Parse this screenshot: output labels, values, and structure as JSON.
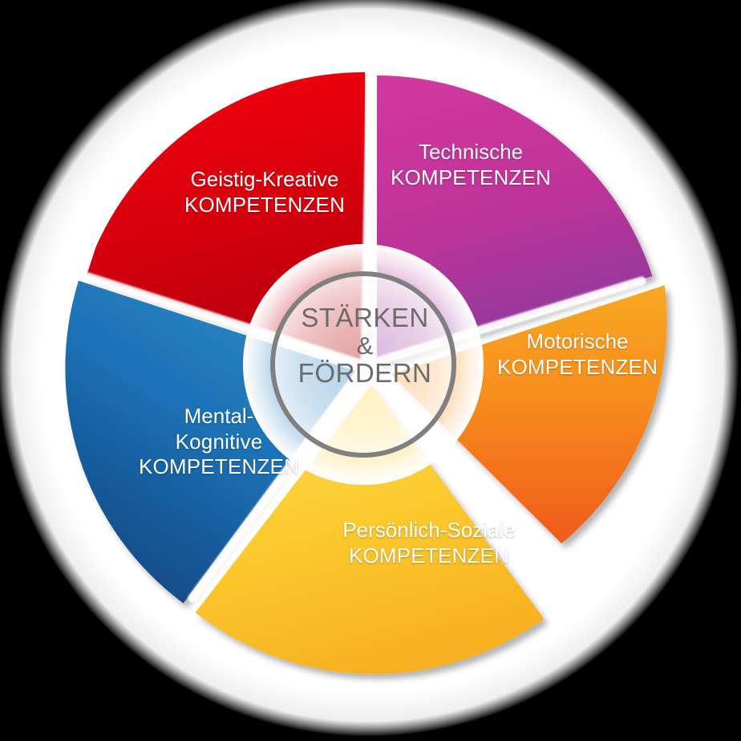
{
  "figure": {
    "title": "Kompetenzrad STÄRKEN & FÖRDERN",
    "background_color": "#000000",
    "disc_color": "#ffffff"
  },
  "center": {
    "line1": "STÄRKEN",
    "line2": "&",
    "line3": "FÖRDERN",
    "text_color": "#6b6b6b",
    "ring_color": "#808080"
  },
  "chart_data": {
    "type": "pie",
    "title": "STÄRKEN & FÖRDERN",
    "xlabel": "",
    "ylabel": "",
    "legend_position": "none",
    "grid": false,
    "categories": [
      "Technische KOMPETENZEN",
      "Motorische KOMPETENZEN",
      "Persönlich-Soziale KOMPETENZEN",
      "Mental-Kognitive KOMPETENZEN",
      "Geistig-Kreative KOMPETENZEN"
    ],
    "values": [
      20,
      20,
      20,
      20,
      20
    ],
    "colors": [
      "#C62A94",
      "#F7941E",
      "#FCC726",
      "#1F6FB2",
      "#DB0812"
    ],
    "slices": [
      {
        "name": "Technische KOMPETENZEN",
        "value": 20,
        "start_angle": -90,
        "end_angle": -18,
        "color_start": "#D2389F",
        "color_end": "#8E3B9E",
        "exploded": false
      },
      {
        "name": "Motorische KOMPETENZEN",
        "value": 20,
        "start_angle": -18,
        "end_angle": 54,
        "color_start": "#F9A820",
        "color_end": "#F0591F",
        "exploded": true
      },
      {
        "name": "Persönlich-Soziale KOMPETENZEN",
        "value": 20,
        "start_angle": 54,
        "end_angle": 126,
        "color_start": "#FCD743",
        "color_end": "#F9B222",
        "exploded": true
      },
      {
        "name": "Mental-Kognitive KOMPETENZEN",
        "value": 20,
        "start_angle": 126,
        "end_angle": 198,
        "color_start": "#2E8BC6",
        "color_end": "#10447E",
        "exploded": false
      },
      {
        "name": "Geistig-Kreative KOMPETENZEN",
        "value": 20,
        "start_angle": 198,
        "end_angle": 270,
        "color_start": "#F00010",
        "color_end": "#B60005",
        "exploded": false
      }
    ]
  },
  "labels": {
    "technische": {
      "line1": "Technische",
      "line2": "KOMPETENZEN"
    },
    "motorische": {
      "line1": "Motorische",
      "line2": "KOMPETENZEN"
    },
    "persoenlich": {
      "line1": "Persönlich-Soziale",
      "line2": "KOMPETENZEN"
    },
    "mental": {
      "line1": "Mental-",
      "line2": "Kognitive",
      "line3": "KOMPETENZEN"
    },
    "geistig": {
      "line1": "Geistig-Kreative",
      "line2": "KOMPETENZEN"
    }
  }
}
